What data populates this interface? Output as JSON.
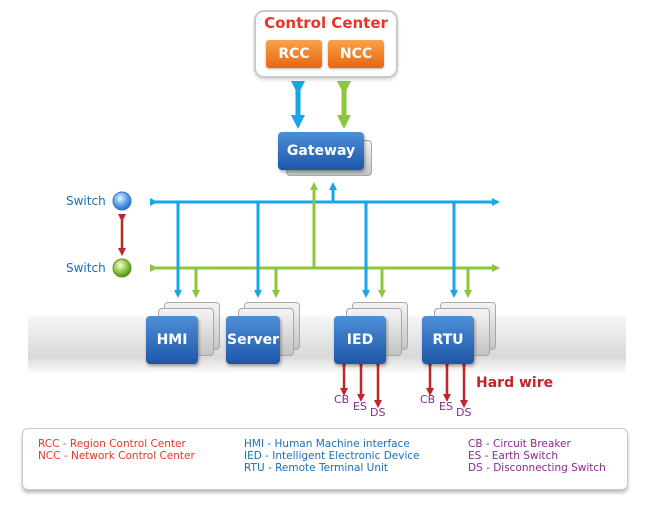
{
  "control_center": {
    "title": "Control Center",
    "rcc_label": "RCC",
    "ncc_label": "NCC"
  },
  "gateway": {
    "label": "Gateway"
  },
  "switches": {
    "top_label": "Switch",
    "bottom_label": "Switch"
  },
  "devices": {
    "hmi": "HMI",
    "server": "Server",
    "ied": "IED",
    "rtu": "RTU"
  },
  "field": {
    "ied": {
      "cb": "CB",
      "es": "ES",
      "ds": "DS"
    },
    "rtu": {
      "cb": "CB",
      "es": "ES",
      "ds": "DS"
    },
    "hard_wire": "Hard wire"
  },
  "legend": {
    "col1": [
      "RCC - Region Control Center",
      "NCC - Network Control Center"
    ],
    "col2": [
      "HMI - Human Machine interface",
      "IED - Intelligent Electronic Device",
      "RTU - Remote Terminal Unit"
    ],
    "col3": [
      "CB - Circuit Breaker",
      "ES - Earth Switch",
      "DS - Disconnecting Switch"
    ]
  },
  "colors": {
    "blue_line": "#1aa6e6",
    "green_line": "#8cc63f",
    "red_arrow": "#c0262c",
    "title_red": "#e8342a"
  }
}
